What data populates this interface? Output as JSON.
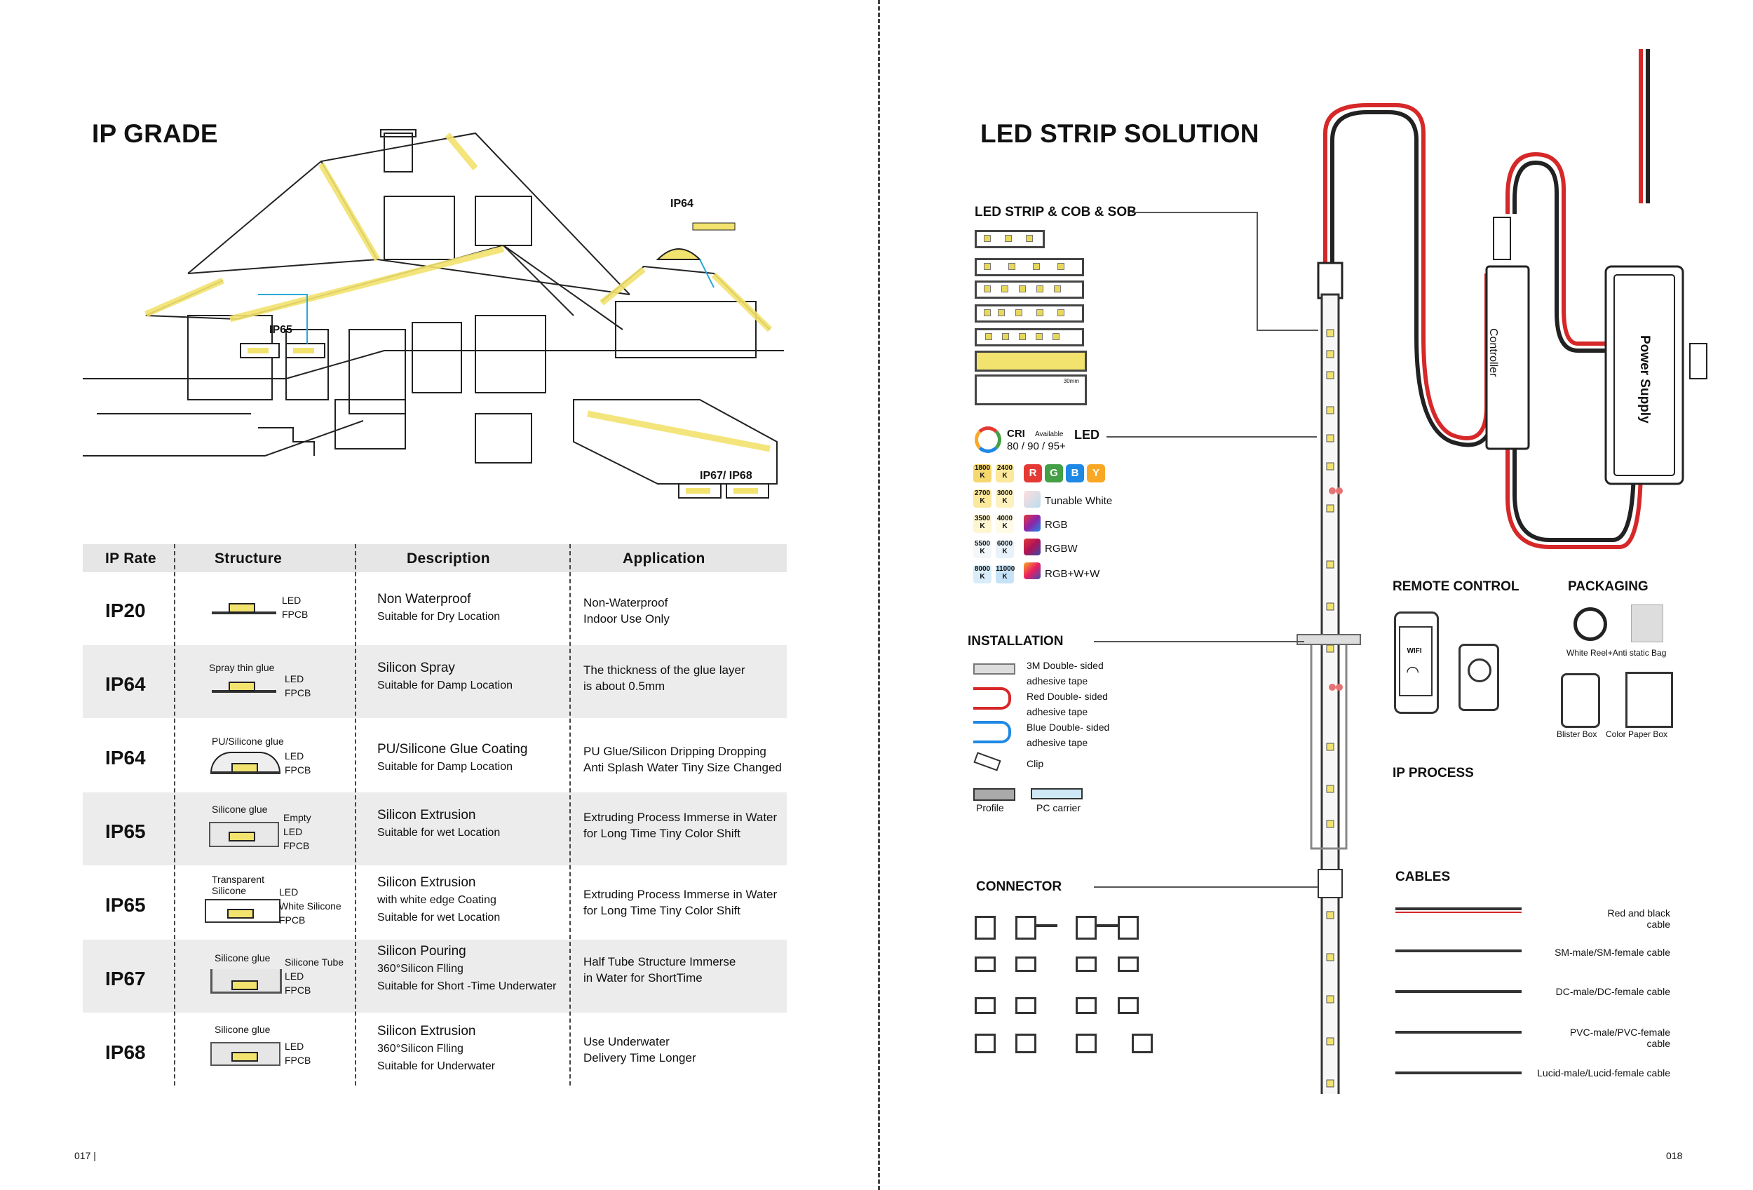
{
  "left_page": {
    "title": "IP GRADE",
    "page_number": "017 |",
    "house_labels": {
      "ip64": "IP64",
      "ip65": "IP65",
      "ip67_68": "IP67/ IP68"
    },
    "table": {
      "headers": [
        "IP Rate",
        "Structure",
        "Description",
        "Application"
      ],
      "rows": [
        {
          "rate": "IP20",
          "structure": [
            "LED",
            "FPCB"
          ],
          "desc": [
            "Non Waterproof",
            "Suitable for Dry Location"
          ],
          "app": [
            "Non-Waterproof",
            "Indoor Use Only"
          ]
        },
        {
          "rate": "IP64",
          "structure": [
            "Spray thin glue",
            "LED",
            "FPCB"
          ],
          "desc": [
            "Silicon Spray",
            "Suitable for Damp Location"
          ],
          "app": [
            "The thickness of the glue layer",
            "is about 0.5mm"
          ]
        },
        {
          "rate": "IP64",
          "structure": [
            "PU/Silicone glue",
            "LED",
            "FPCB"
          ],
          "desc": [
            "PU/Silicone Glue Coating",
            "Suitable for Damp Location"
          ],
          "app": [
            "PU Glue/Silicon Dripping Dropping",
            "Anti Splash Water Tiny Size Changed"
          ]
        },
        {
          "rate": "IP65",
          "structure": [
            "Silicone glue",
            "Empty",
            "LED",
            "FPCB"
          ],
          "desc": [
            "Silicon Extrusion",
            "Suitable for wet Location"
          ],
          "app": [
            "Extruding Process Immerse in Water",
            "for Long Time Tiny Color Shift"
          ]
        },
        {
          "rate": "IP65",
          "structure": [
            "Transparent",
            "Silicone",
            "LED",
            "White Silicone",
            "FPCB"
          ],
          "desc": [
            "Silicon Extrusion",
            "with white edge Coating",
            "Suitable for wet Location"
          ],
          "app": [
            "Extruding Process Immerse in Water",
            "for Long Time Tiny Color Shift"
          ]
        },
        {
          "rate": "IP67",
          "structure": [
            "Silicone glue",
            "Silicone Tube",
            "LED",
            "FPCB"
          ],
          "desc": [
            "Silicon Pouring",
            "360°Silicon Flling",
            "Suitable for Short -Time Underwater"
          ],
          "app": [
            "Half Tube Structure Immerse",
            "in Water for ShortTime"
          ]
        },
        {
          "rate": "IP68",
          "structure": [
            "Silicone glue",
            "LED",
            "FPCB"
          ],
          "desc": [
            "Silicon Extrusion",
            "360°Silicon Flling",
            "Suitable for Underwater"
          ],
          "app": [
            "Use Underwater",
            "Delivery Time Longer"
          ]
        }
      ]
    }
  },
  "right_page": {
    "title": "LED STRIP SOLUTION",
    "page_number": "018",
    "strip_section": "LED STRIP & COB & SOB",
    "mini_strip_label": "30mm",
    "led": {
      "cri": "CRI",
      "cri_values": "80 / 90 / 95+",
      "available": "Available",
      "label": "LED"
    },
    "cct_badges": [
      [
        "1800",
        "K"
      ],
      [
        "2400",
        "K"
      ],
      [
        "2700",
        "K"
      ],
      [
        "3000",
        "K"
      ],
      [
        "3500",
        "K"
      ],
      [
        "4000",
        "K"
      ],
      [
        "5500",
        "K"
      ],
      [
        "6000",
        "K"
      ],
      [
        "8000",
        "K"
      ],
      [
        "11000",
        "K"
      ]
    ],
    "rgby": [
      "R",
      "G",
      "B",
      "Y"
    ],
    "color_types": [
      "Tunable White",
      "RGB",
      "RGBW",
      "RGB+W+W"
    ],
    "installation": {
      "title": "INSTALLATION",
      "items": [
        "3M Double- sided",
        "adhesive tape",
        "Red Double- sided",
        "adhesive tape",
        "Blue Double- sided",
        "adhesive tape",
        "Clip"
      ],
      "profile": "Profile",
      "pc_carrier": "PC carrier"
    },
    "connector": "CONNECTOR",
    "controller": "Controller",
    "power_supply": "Power Supply",
    "remote_control": "REMOTE CONTROL",
    "wifi": "WIFI",
    "packaging": {
      "title": "PACKAGING",
      "items": [
        "White Reel+Anti static Bag",
        "Blister Box",
        "Color Paper Box"
      ]
    },
    "ip_process": "IP PROCESS",
    "cables": {
      "title": "CABLES",
      "items": [
        "Red and black cable",
        "SM-male/SM-female cable",
        "DC-male/DC-female cable",
        "PVC-male/PVC-female cable",
        "Lucid-male/Lucid-female cable"
      ]
    }
  },
  "colors": {
    "led_yellow": "#f2e26e",
    "red_wire": "#d62828",
    "shade_row": "#ececec",
    "r": "#e53935",
    "g": "#43a047",
    "b": "#1e88e5",
    "y": "#f9a825"
  }
}
